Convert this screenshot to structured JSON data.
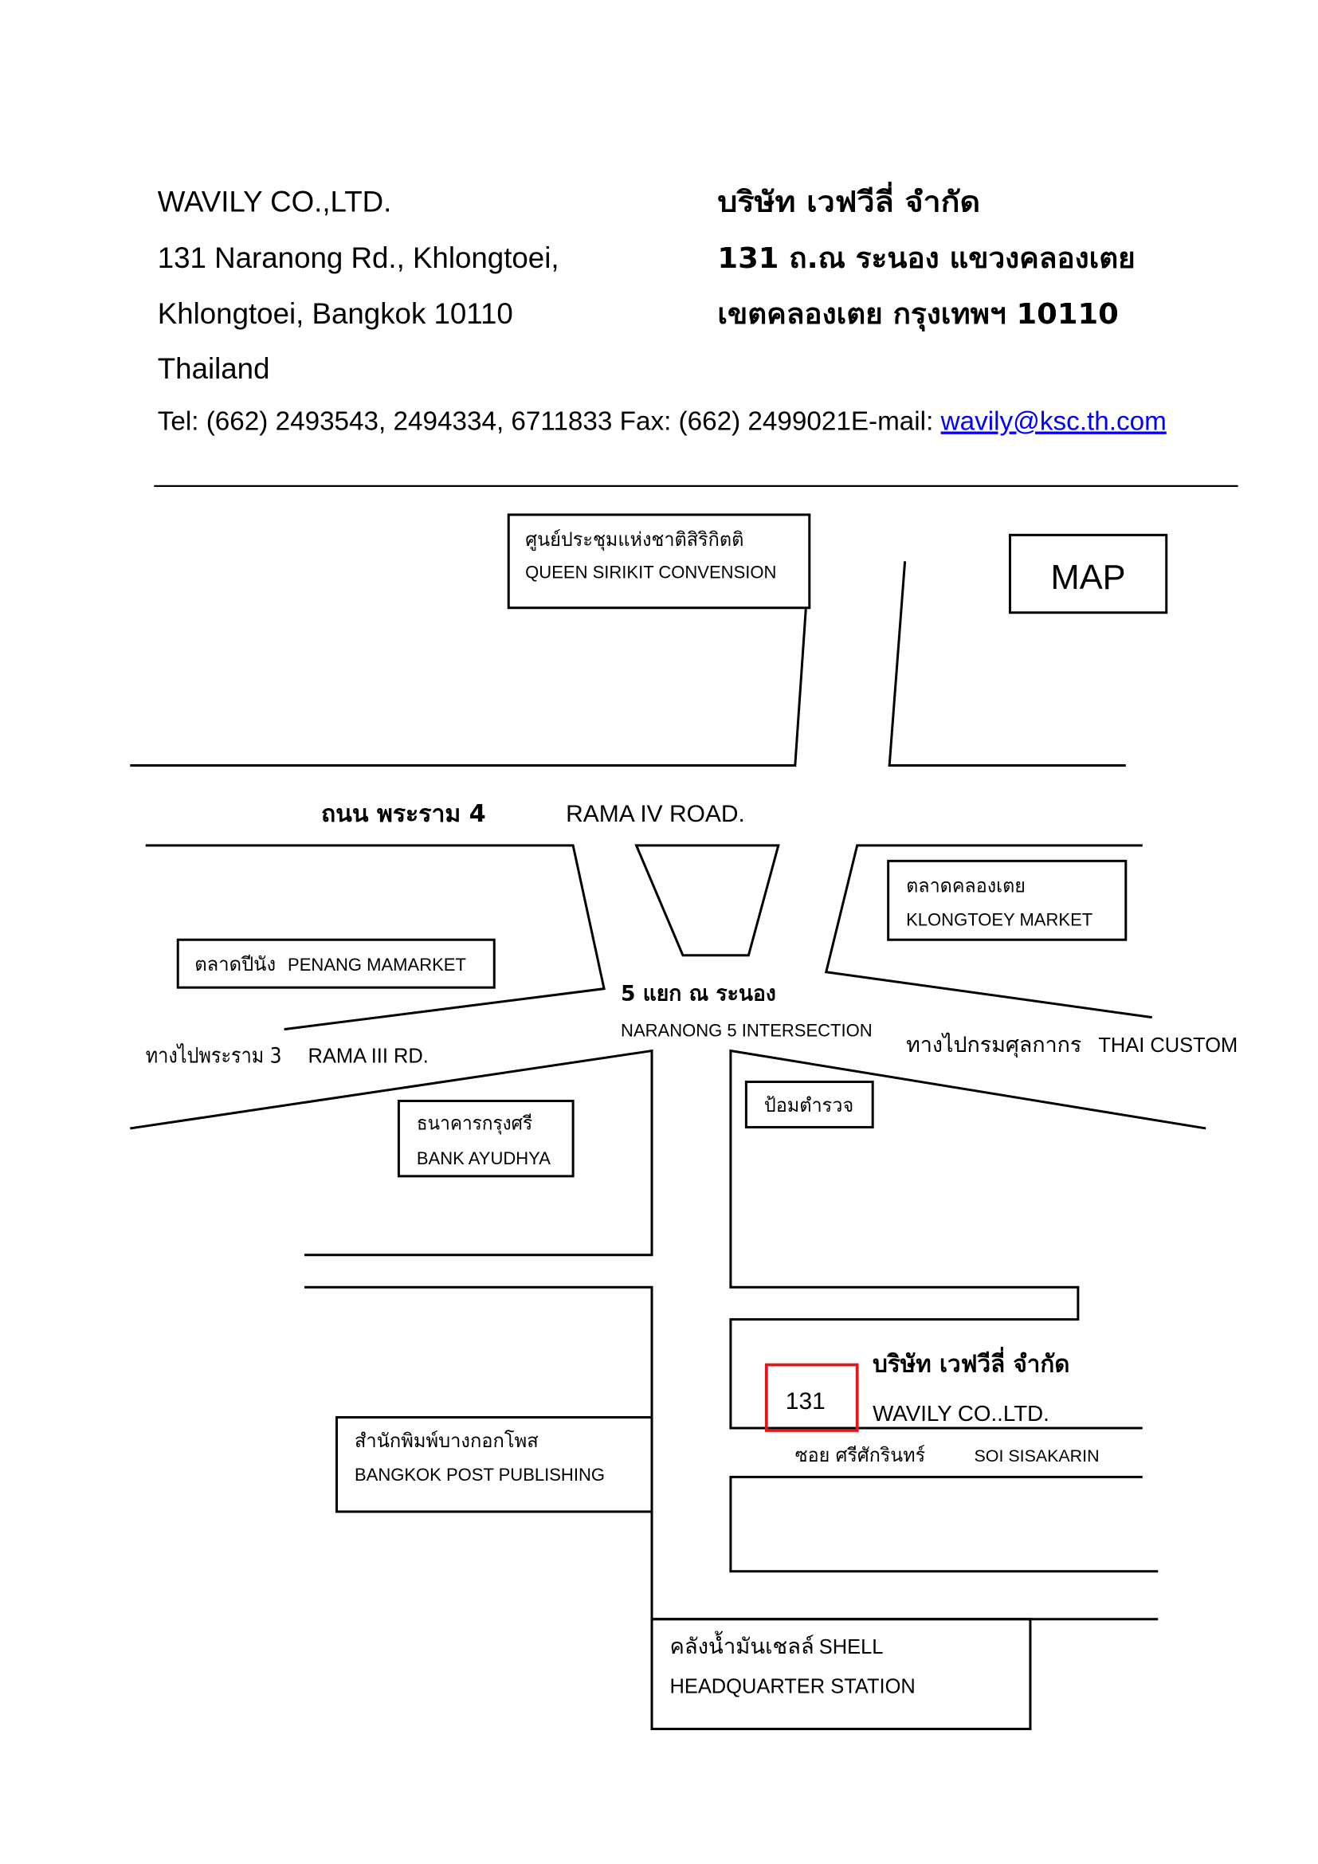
{
  "header": {
    "company_en": "WAVILY CO.,LTD.",
    "address_en_line1": "131 Naranong Rd., Khlongtoei,",
    "address_en_line2": "Khlongtoei, Bangkok 10110",
    "country_en": "Thailand",
    "company_th": "บริษัท เวฟวีลี่ จำกัด",
    "address_th_line1": "131 ถ.ณ ระนอง แขวงคลองเตย",
    "address_th_line2": "เขตคลองเตย กรุงเทพฯ 10110",
    "contact_line": "Tel: (662) 2493543, 2494334, 6711833 Fax: (662) 2499021E-mail:",
    "email": "wavily@ksc.th.com"
  },
  "map": {
    "title": "MAP",
    "roads": {
      "rama4_th": "ถนน พระราม 4",
      "rama4_en": "RAMA IV ROAD.",
      "intersection_th": "5 แยก ณ ระนอง",
      "intersection_en": "NARANONG 5 INTERSECTION",
      "to_rama3_th": "ทางไปพระราม 3",
      "to_rama3_en": "RAMA III RD.",
      "to_customs_th": "ทางไปกรมศุลกากร",
      "to_customs_en": "THAI CUSTOM",
      "soi_th": "ซอย ศรีศักรินทร์",
      "soi_en": "SOI SISAKARIN"
    },
    "landmarks": {
      "queen_sirikit": {
        "th": "ศูนย์ประชุมแห่งชาติสิริกิตติ",
        "en": "QUEEN SIRIKIT CONVENSION"
      },
      "klongtoey_market": {
        "th": "ตลาดคลองเตย",
        "en": "KLONGTOEY MARKET"
      },
      "penang_market": {
        "th": "ตลาดปีนัง",
        "en": "PENANG MAMARKET"
      },
      "bank_ayudhya": {
        "th": "ธนาคารกรุงศรี",
        "en": "BANK AYUDHYA"
      },
      "police_box": {
        "th": "ป้อมตำรวจ"
      },
      "bangkok_post": {
        "th": "สำนักพิมพ์บางกอกโพส",
        "en": "BANGKOK POST PUBLISHING"
      },
      "shell_station": {
        "th": "คลังน้ำมันเชลล์",
        "en": "SHELL",
        "en_line2": "HEADQUARTER STATION"
      }
    },
    "destination": {
      "number": "131",
      "name_th": "บริษัท เวฟวีลี่ จำกัด",
      "name_en": "WAVILY CO..LTD."
    }
  },
  "colors": {
    "link": "#0000ff",
    "destination_marker": "#e3171b"
  }
}
